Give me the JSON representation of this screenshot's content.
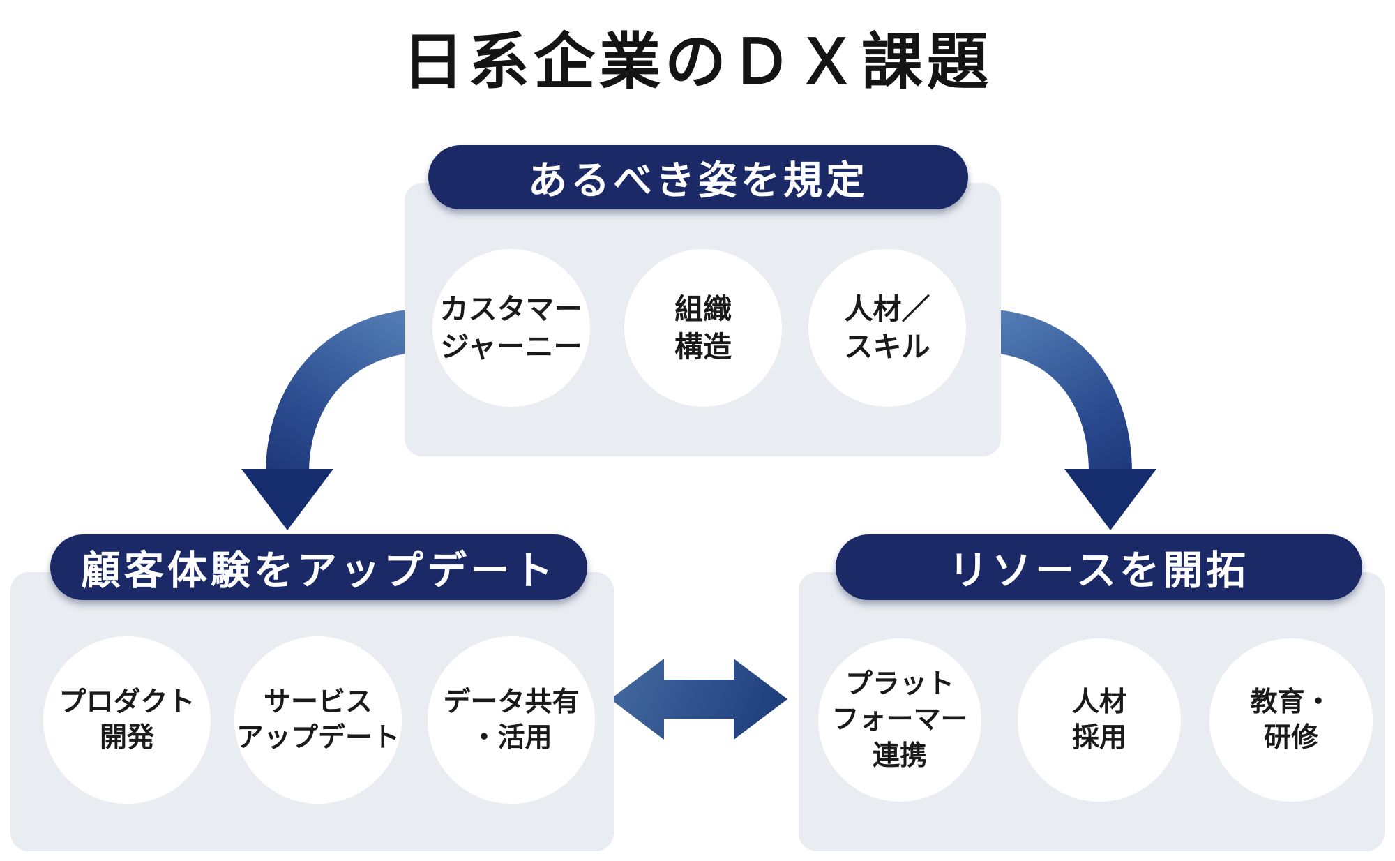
{
  "page": {
    "title": "日系企業のＤＸ課題"
  },
  "colors": {
    "banner_navy": "#1b2a66",
    "panel_background": "#e9edf2",
    "circle_background": "#ffffff",
    "arrow_gradient_start": "#5580b6",
    "arrow_gradient_end": "#152d6d",
    "title_text": "#141414",
    "banner_text": "#ffffff"
  },
  "icons": {
    "left_arrow": "curved-arrow-down-left-icon",
    "right_arrow": "curved-arrow-down-right-icon",
    "middle_arrow": "double-headed-horizontal-arrow-icon"
  },
  "top_group": {
    "banner": "あるべき姿を規定",
    "items": [
      {
        "label": "カスタマー\nジャーニー"
      },
      {
        "label": "組織\n構造"
      },
      {
        "label": "人材／\nスキル"
      }
    ]
  },
  "left_group": {
    "banner": "顧客体験をアップデート",
    "items": [
      {
        "label": "プロダクト\n開発"
      },
      {
        "label": "サービス\nアップデート"
      },
      {
        "label": "データ共有\n・活用"
      }
    ]
  },
  "right_group": {
    "banner": "リソースを開拓",
    "items": [
      {
        "label": "プラット\nフォーマー\n連携"
      },
      {
        "label": "人材\n採用"
      },
      {
        "label": "教育・\n研修"
      }
    ]
  }
}
